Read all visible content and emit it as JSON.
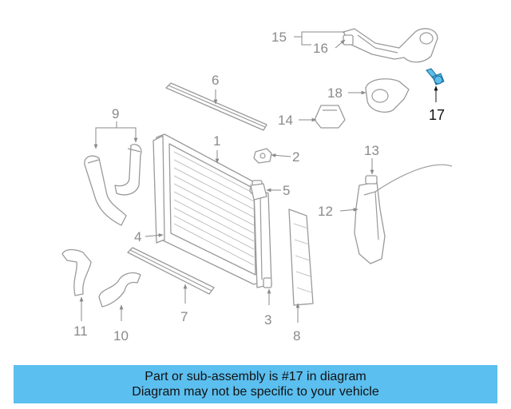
{
  "colors": {
    "highlight_part": "#5bbfe8",
    "banner_background": "#5bbfef",
    "line_art": "#9a9a9a",
    "callout_text": "#8a8a8a",
    "highlight_callout_text": "#111111"
  },
  "callouts": {
    "c1": "1",
    "c2": "2",
    "c3": "3",
    "c4": "4",
    "c5": "5",
    "c6": "6",
    "c7": "7",
    "c8": "8",
    "c9": "9",
    "c10": "10",
    "c11": "11",
    "c12": "12",
    "c13": "13",
    "c14": "14",
    "c15": "15",
    "c16": "16",
    "c17": "17",
    "c18": "18"
  },
  "highlighted_part": "17",
  "banner": {
    "line1": "Part or sub-assembly is #17 in diagram",
    "line2": "Diagram may not be specific to your vehicle"
  }
}
